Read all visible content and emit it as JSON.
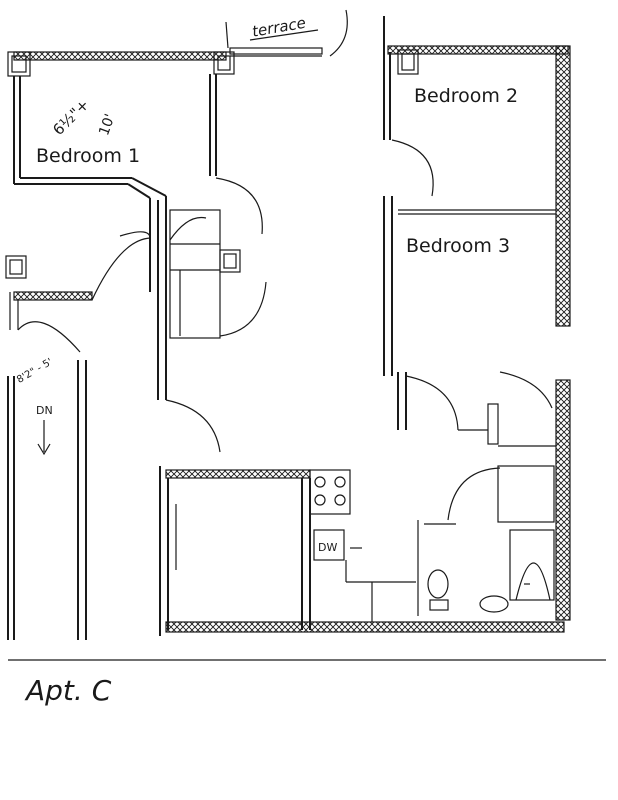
{
  "plan": {
    "terrace_label": "terrace",
    "rooms": {
      "bedroom1": "Bedroom 1",
      "bedroom2": "Bedroom 2",
      "bedroom3": "Bedroom 3"
    },
    "dimension_note_1": "6½\"+",
    "dimension_note_2": "10'",
    "stair_dimension": "8'2\" - 5'",
    "stair_direction": "DN",
    "dishwasher_label": "DW",
    "apartment_label": "Apt. C"
  }
}
